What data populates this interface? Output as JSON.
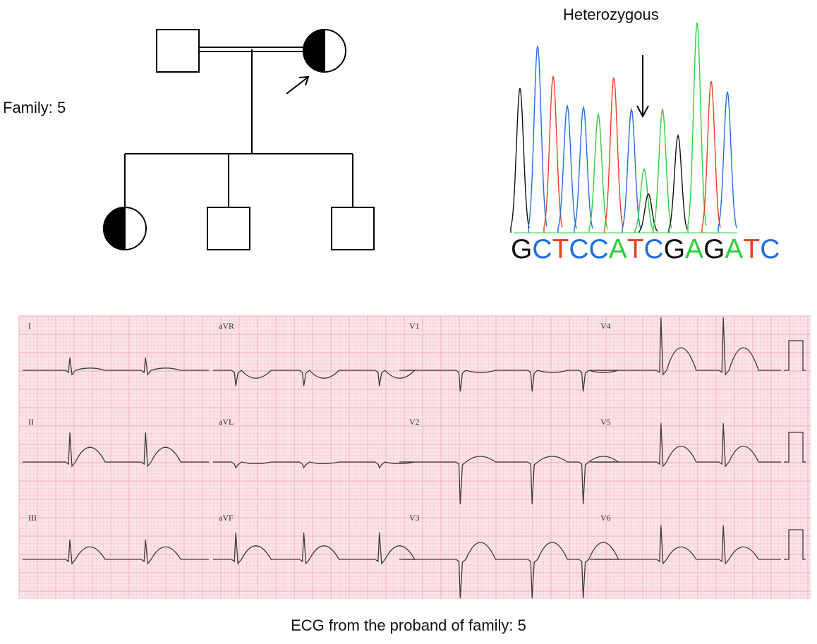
{
  "pedigree": {
    "family_label": "Family: 5"
  },
  "chromatogram": {
    "annotation": "Heterozygous",
    "sequence": [
      {
        "base": "G",
        "color": "#111111"
      },
      {
        "base": "C",
        "color": "#1f6fe0"
      },
      {
        "base": "T",
        "color": "#e8421c"
      },
      {
        "base": "C",
        "color": "#1f6fe0"
      },
      {
        "base": "C",
        "color": "#1f6fe0"
      },
      {
        "base": "A",
        "color": "#2ecf3a"
      },
      {
        "base": "T",
        "color": "#e8421c"
      },
      {
        "base": "C",
        "color": "#1f6fe0"
      },
      {
        "base": "G",
        "color": "#111111"
      },
      {
        "base": "A",
        "color": "#2ecf3a"
      },
      {
        "base": "G",
        "color": "#111111"
      },
      {
        "base": "A",
        "color": "#2ecf3a"
      },
      {
        "base": "T",
        "color": "#e8421c"
      },
      {
        "base": "C",
        "color": "#1f6fe0"
      }
    ]
  },
  "ecg": {
    "leads": [
      "I",
      "aVR",
      "V1",
      "V4",
      "II",
      "aVL",
      "V2",
      "V5",
      "III",
      "aVF",
      "V3",
      "V6"
    ],
    "caption": "ECG from the proband of family: 5",
    "grid_color": "#f2a9b8",
    "paper_color": "#fbe4e8"
  }
}
